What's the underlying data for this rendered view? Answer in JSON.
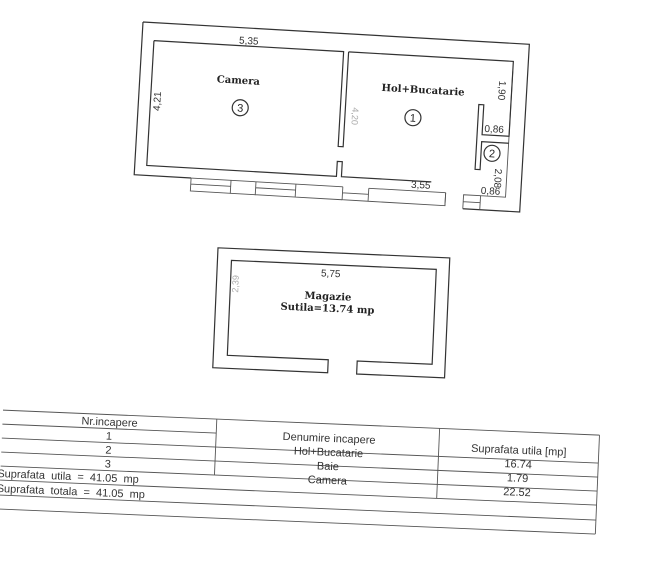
{
  "plan": {
    "rooms": [
      {
        "name": "Camera",
        "number": "3"
      },
      {
        "name": "Hol+Bucatarie",
        "number": "1"
      },
      {
        "number": "2"
      }
    ],
    "dimensions": {
      "camera_width": "5,35",
      "camera_height": "4,21",
      "partition": "4,20",
      "hol_width": "3,55",
      "hol_upper": "1,90",
      "closet_width_top": "0,86",
      "bath_height": "2,08",
      "bath_width": "0,86"
    }
  },
  "storage": {
    "name": "Magazie",
    "area": "Sutila=13.74  mp",
    "width": "5,75",
    "height": "2,39"
  },
  "table": {
    "headers": [
      "Nr.incapere",
      "Denumire incapere",
      "Suprafata utila [mp]"
    ],
    "numbers": [
      "1",
      "2",
      "3"
    ],
    "names": [
      "Hol+Bucatarie",
      "Baie",
      "Camera"
    ],
    "areas": [
      "16.74",
      "1.79",
      "22.52"
    ],
    "total_useful": "Suprafata  utila  =  41.05  mp",
    "total_overall": "Suprafata  totala  =  41.05  mp"
  }
}
